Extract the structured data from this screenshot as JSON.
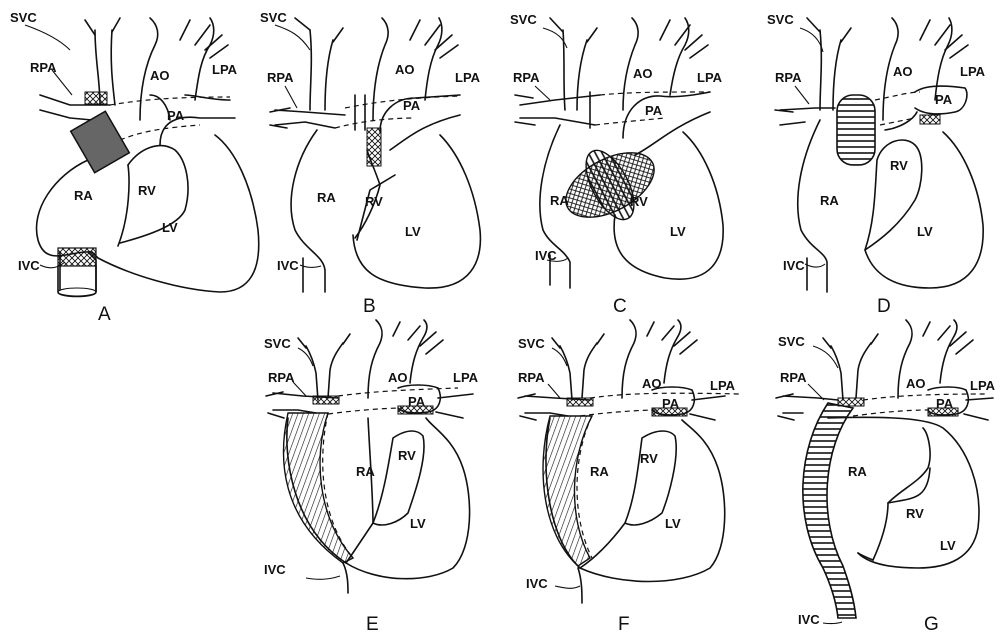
{
  "panels": [
    {
      "caption": "A",
      "labels": {
        "svc": "SVC",
        "rpa": "RPA",
        "ao": "AO",
        "lpa": "LPA",
        "pa": "PA",
        "ra": "RA",
        "rv": "RV",
        "lv": "LV",
        "ivc": "IVC"
      }
    },
    {
      "caption": "B",
      "labels": {
        "svc": "SVC",
        "rpa": "RPA",
        "ao": "AO",
        "lpa": "LPA",
        "pa": "PA",
        "ra": "RA",
        "rv": "RV",
        "lv": "LV",
        "ivc": "IVC"
      }
    },
    {
      "caption": "C",
      "labels": {
        "svc": "SVC",
        "rpa": "RPA",
        "ao": "AO",
        "lpa": "LPA",
        "pa": "PA",
        "ra": "RA",
        "rv": "RV",
        "lv": "LV",
        "ivc": "IVC"
      }
    },
    {
      "caption": "D",
      "labels": {
        "svc": "SVC",
        "rpa": "RPA",
        "ao": "AO",
        "lpa": "LPA",
        "pa": "PA",
        "ra": "RA",
        "rv": "RV",
        "lv": "LV",
        "ivc": "IVC"
      }
    },
    {
      "caption": "E",
      "labels": {
        "svc": "SVC",
        "rpa": "RPA",
        "ao": "AO",
        "lpa": "LPA",
        "pa": "PA",
        "ra": "RA",
        "rv": "RV",
        "lv": "LV",
        "ivc": "IVC"
      }
    },
    {
      "caption": "F",
      "labels": {
        "svc": "SVC",
        "rpa": "RPA",
        "ao": "AO",
        "lpa": "LPA",
        "pa": "PA",
        "ra": "RA",
        "rv": "RV",
        "lv": "LV",
        "ivc": "IVC"
      }
    },
    {
      "caption": "G",
      "labels": {
        "svc": "SVC",
        "rpa": "RPA",
        "ao": "AO",
        "lpa": "LPA",
        "pa": "PA",
        "ra": "RA",
        "rv": "RV",
        "lv": "LV",
        "ivc": "IVC"
      }
    }
  ]
}
